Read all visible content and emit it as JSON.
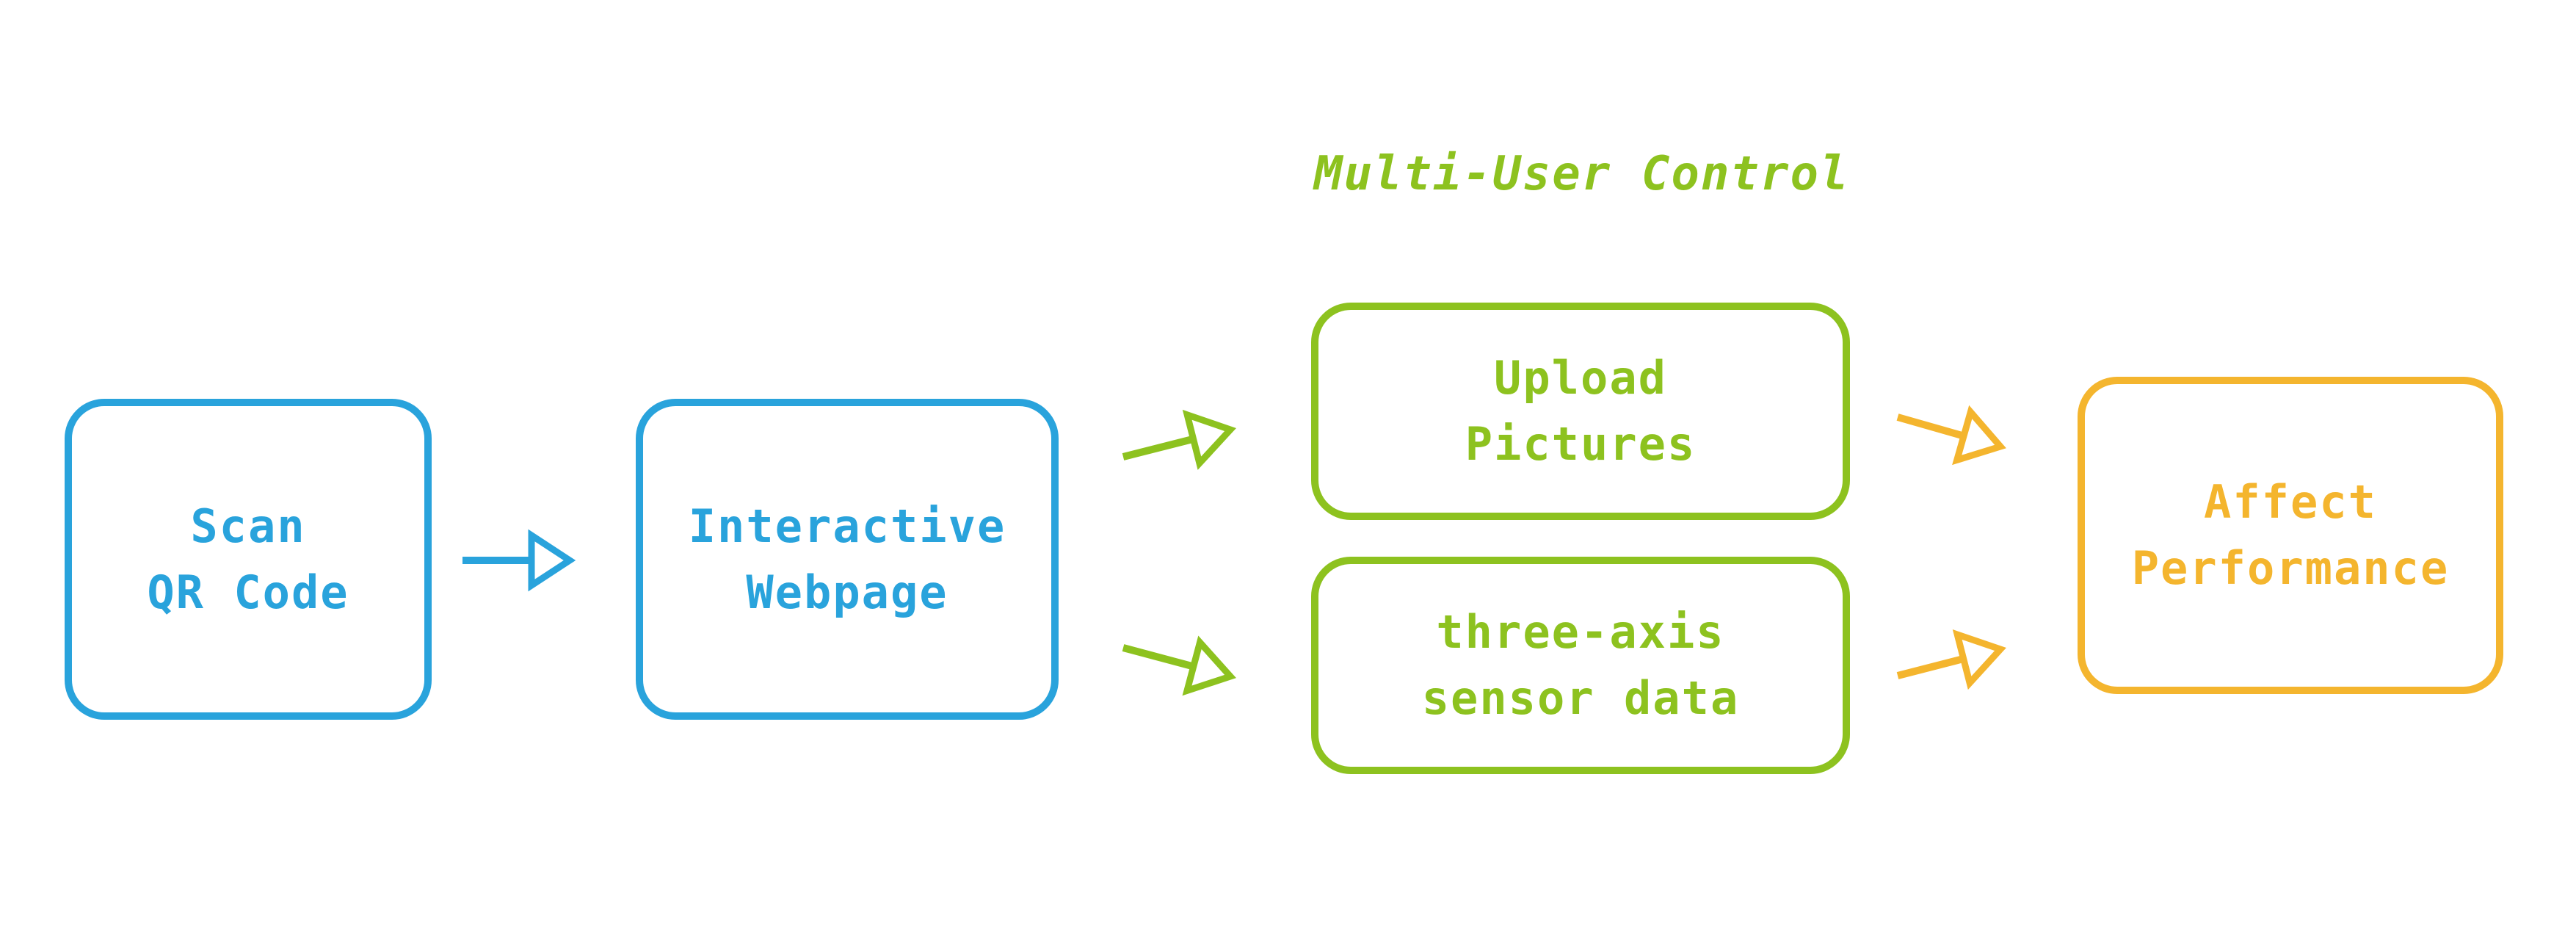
{
  "colors": {
    "blue": "#29a3dc",
    "green": "#8dc21f",
    "orange": "#f4b52e"
  },
  "group": {
    "title": "Multi-User Control"
  },
  "nodes": {
    "scan": {
      "line1": "Scan",
      "line2": "QR Code"
    },
    "webpage": {
      "line1": "Interactive",
      "line2": "Webpage"
    },
    "upload": {
      "line1": "Upload",
      "line2": "Pictures"
    },
    "sensor": {
      "line1": "three-axis",
      "line2": "sensor data"
    },
    "affect": {
      "line1": "Affect",
      "line2": "Performance"
    }
  },
  "edges": [
    {
      "from": "scan",
      "to": "webpage",
      "color": "blue"
    },
    {
      "from": "webpage",
      "to": "upload",
      "color": "green"
    },
    {
      "from": "webpage",
      "to": "sensor",
      "color": "green"
    },
    {
      "from": "upload",
      "to": "affect",
      "color": "orange"
    },
    {
      "from": "sensor",
      "to": "affect",
      "color": "orange"
    }
  ]
}
